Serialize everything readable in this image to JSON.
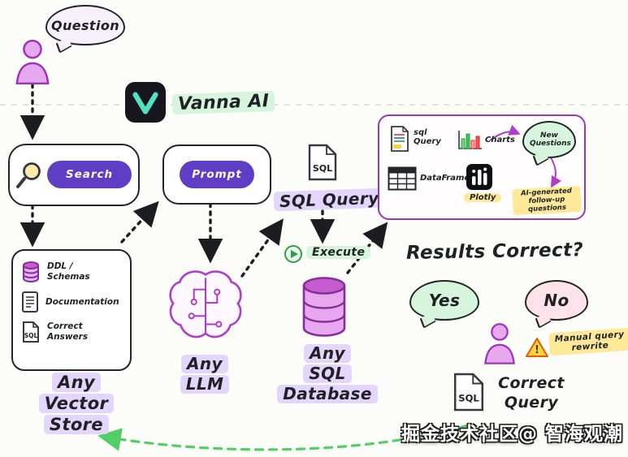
{
  "question_bubble": {
    "label": "Question"
  },
  "vanna": {
    "label": "Vanna AI"
  },
  "search_box": {
    "button_label": "Search"
  },
  "prompt_box": {
    "button_label": "Prompt"
  },
  "vector_store": {
    "items": [
      {
        "label": "DDL / Schemas"
      },
      {
        "label": "Documentation"
      },
      {
        "label": "Correct Answers",
        "icon_label": "SQL"
      }
    ],
    "caption_lines": [
      "Any",
      "Vector",
      "Store"
    ]
  },
  "llm": {
    "caption_lines": [
      "Any",
      "LLM"
    ]
  },
  "sql_query": {
    "file_label": "SQL",
    "caption": "SQL Query"
  },
  "execute_step": {
    "label": "Execute"
  },
  "database": {
    "caption_lines": [
      "Any",
      "SQL",
      "Database"
    ]
  },
  "results_panel": {
    "sql_query_label": "sql Query",
    "charts_label": "Charts",
    "new_questions_label": "New Questions",
    "dataframe_label": "DataFrame",
    "plotly_label": "Plotly",
    "followup_label": "AI-generated follow-up questions"
  },
  "decision": {
    "question": "Results Correct?",
    "yes_label": "Yes",
    "no_label": "No"
  },
  "manual_rewrite": {
    "label": "Manual query rewrite",
    "warning_glyph": "!"
  },
  "correct_query": {
    "file_label": "SQL",
    "caption_lines": [
      "Correct",
      "Query"
    ]
  },
  "watermark": {
    "text": "掘金技术社区@ 智海观潮"
  }
}
